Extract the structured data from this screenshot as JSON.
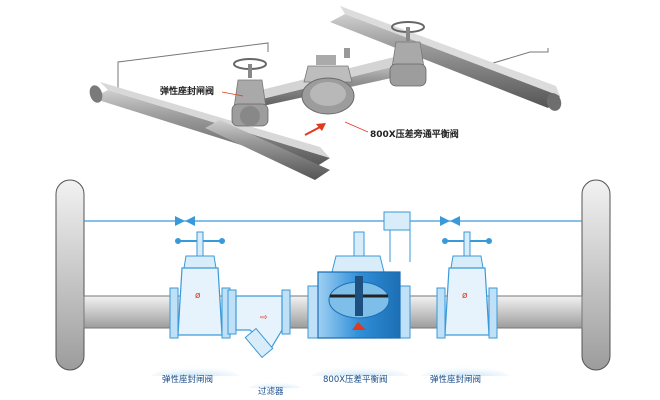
{
  "labels": {
    "top_gate_valve": "弹性座封闸阀",
    "top_balance_valve": "800X压差旁通平衡阀",
    "bottom_gate_valve_left": "弹性座封闸阀",
    "bottom_filter": "过滤器",
    "bottom_balance_valve": "800X压差平衡阀",
    "bottom_gate_valve_right": "弹性座封闸阀"
  },
  "colors": {
    "pipe_grey": "#8f8f8f",
    "valve_blue": "#2f8fd8",
    "line_blue": "#3a9ad9",
    "arrow_red": "#e03a1e",
    "label_bg": "#cfe6f7"
  }
}
